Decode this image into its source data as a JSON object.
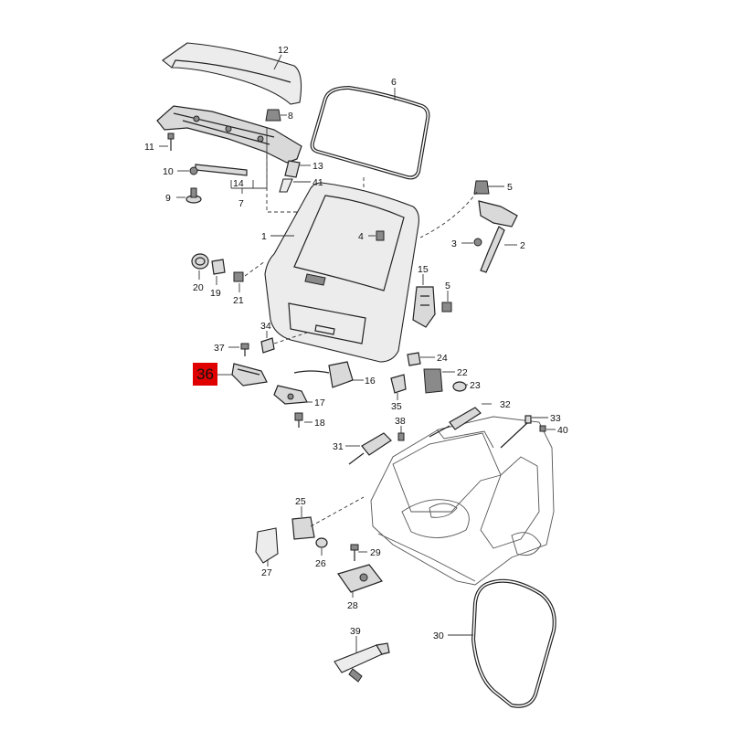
{
  "labels": {
    "l1": "1",
    "l2": "2",
    "l3": "3",
    "l4": "4",
    "l5a": "5",
    "l5b": "5",
    "l6": "6",
    "l7": "7",
    "l8": "8",
    "l9": "9",
    "l10": "10",
    "l11": "11",
    "l12": "12",
    "l13": "13",
    "l14": "14",
    "l15": "15",
    "l16": "16",
    "l17": "17",
    "l18": "18",
    "l19": "19",
    "l20": "20",
    "l21": "21",
    "l22": "22",
    "l23": "23",
    "l24": "24",
    "l25": "25",
    "l26": "26",
    "l27": "27",
    "l28": "28",
    "l29": "29",
    "l30": "30",
    "l31": "31",
    "l32": "32",
    "l33": "33",
    "l34": "34",
    "l35": "35",
    "l37": "37",
    "l38": "38",
    "l39": "39",
    "l40": "40",
    "l41": "41"
  },
  "highlight": {
    "label": "36",
    "color": "#e00000"
  }
}
